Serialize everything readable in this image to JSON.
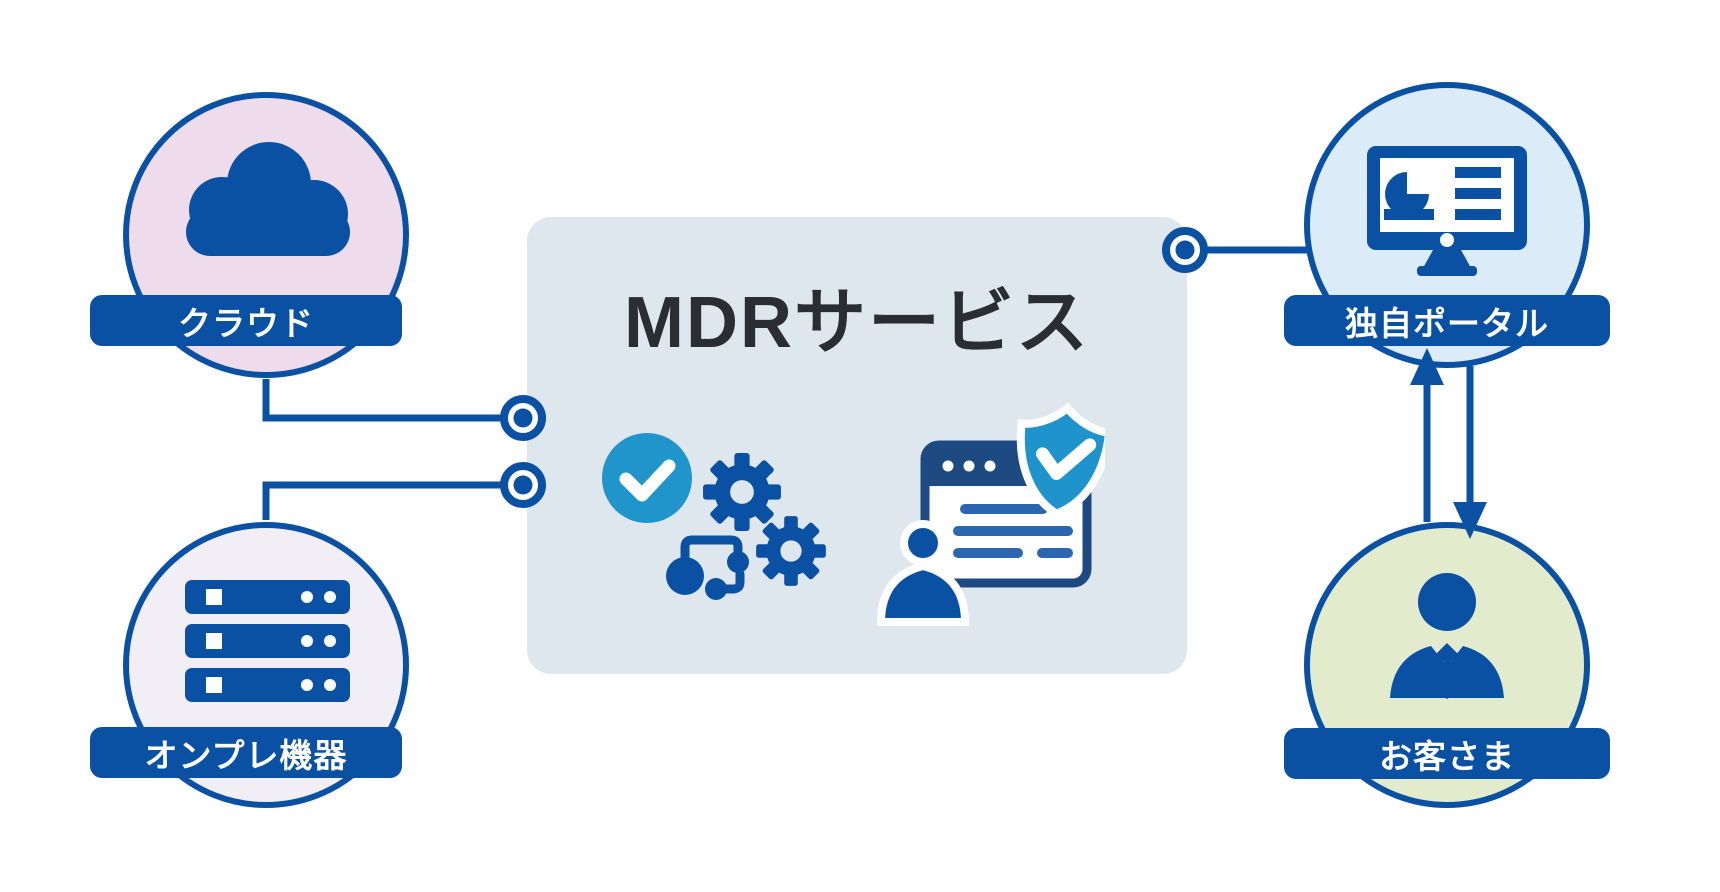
{
  "diagram": {
    "center_box": {
      "title": "MDRサービス",
      "background": "#dfe7ee",
      "icons": [
        "check-circle-icon",
        "gear-icon",
        "gear-icon",
        "workflow-icon",
        "analyst-browser-icon",
        "person-icon",
        "shield-check-icon"
      ]
    },
    "nodes": {
      "cloud": {
        "label": "クラウド",
        "icon": "cloud-icon",
        "circle_fill": "#eedcec"
      },
      "onprem": {
        "label": "オンプレ機器",
        "icon": "server-stack-icon",
        "circle_fill": "#f2eef5"
      },
      "portal": {
        "label": "独自ポータル",
        "icon": "dashboard-monitor-icon",
        "circle_fill": "#dcebf8"
      },
      "customer": {
        "label": "お客さま",
        "icon": "business-person-icon",
        "circle_fill": "#e3ebcd"
      }
    },
    "connections": [
      {
        "from": "cloud",
        "to": "mdr-box",
        "style": "elbow-line-with-port-dot"
      },
      {
        "from": "onprem",
        "to": "mdr-box",
        "style": "elbow-line-with-port-dot"
      },
      {
        "from": "mdr-box",
        "to": "portal",
        "style": "line-with-port-dot"
      },
      {
        "from": "portal",
        "to": "customer",
        "style": "arrow-down"
      },
      {
        "from": "customer",
        "to": "portal",
        "style": "arrow-up"
      }
    ],
    "colors": {
      "primary_blue": "#0b51a3",
      "navy": "#1d4a80",
      "accent_blue": "#1e93cc",
      "box_background": "#dfe7ee",
      "title_text": "#2a2d33",
      "band_text": "#ffffff",
      "canvas_background": "#ffffff"
    }
  }
}
